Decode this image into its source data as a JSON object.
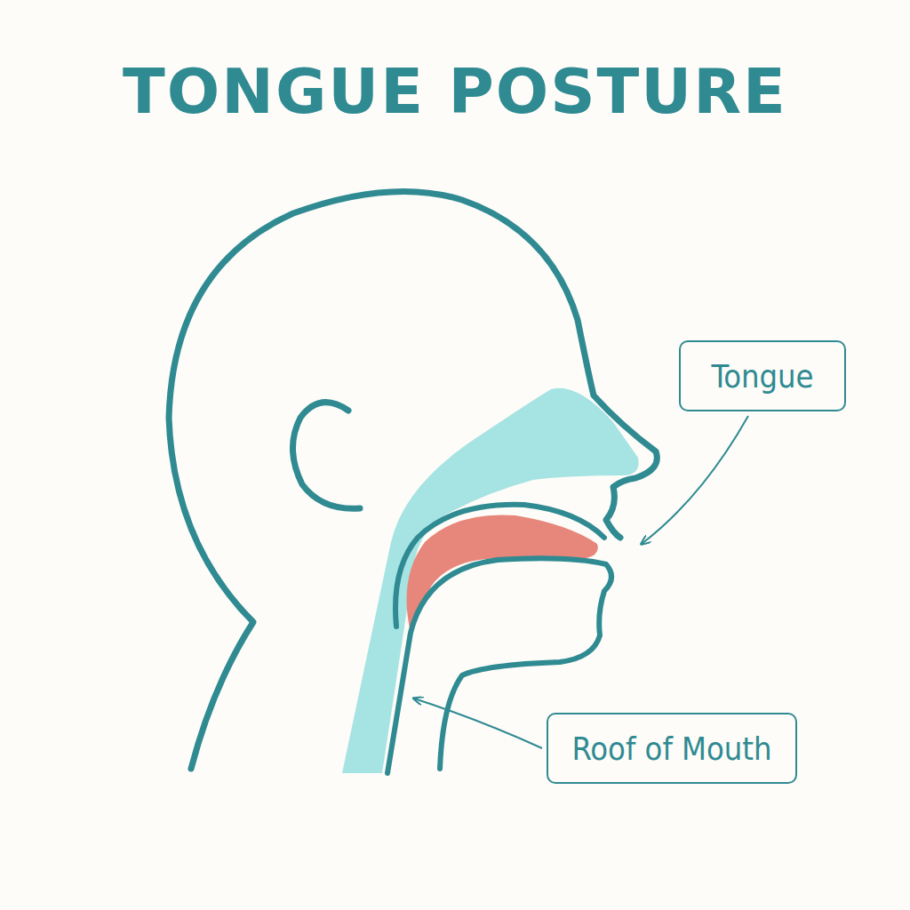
{
  "diagram": {
    "title": "TONGUE POSTURE",
    "nodes": [
      {
        "text": [
          "Tongue"
        ]
      },
      {
        "text": [
          "Roof of Mouth"
        ]
      }
    ]
  }
}
